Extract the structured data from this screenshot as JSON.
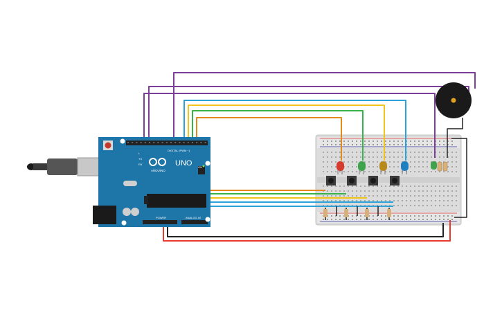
{
  "board": {
    "brand": "ARDUINO",
    "model": "UNO",
    "digital_label": "DIGITAL (PWM ~)",
    "power_label": "POWER",
    "analog_label": "ANALOG IN",
    "tx_label": "TX",
    "rx_label": "RX",
    "on_label": "ON",
    "l_label": "L"
  },
  "components": {
    "led_colors": [
      "#d63a2c",
      "#3fa34d",
      "#b88a1a",
      "#1f7fbf"
    ],
    "wire_colors": {
      "red": "#e8392e",
      "green": "#35b24a",
      "yellow": "#f0c419",
      "blue": "#2aa1d9",
      "orange": "#e08a1e",
      "purple": "#7b3f99",
      "black": "#222222"
    },
    "buzzer": "buzzer"
  }
}
